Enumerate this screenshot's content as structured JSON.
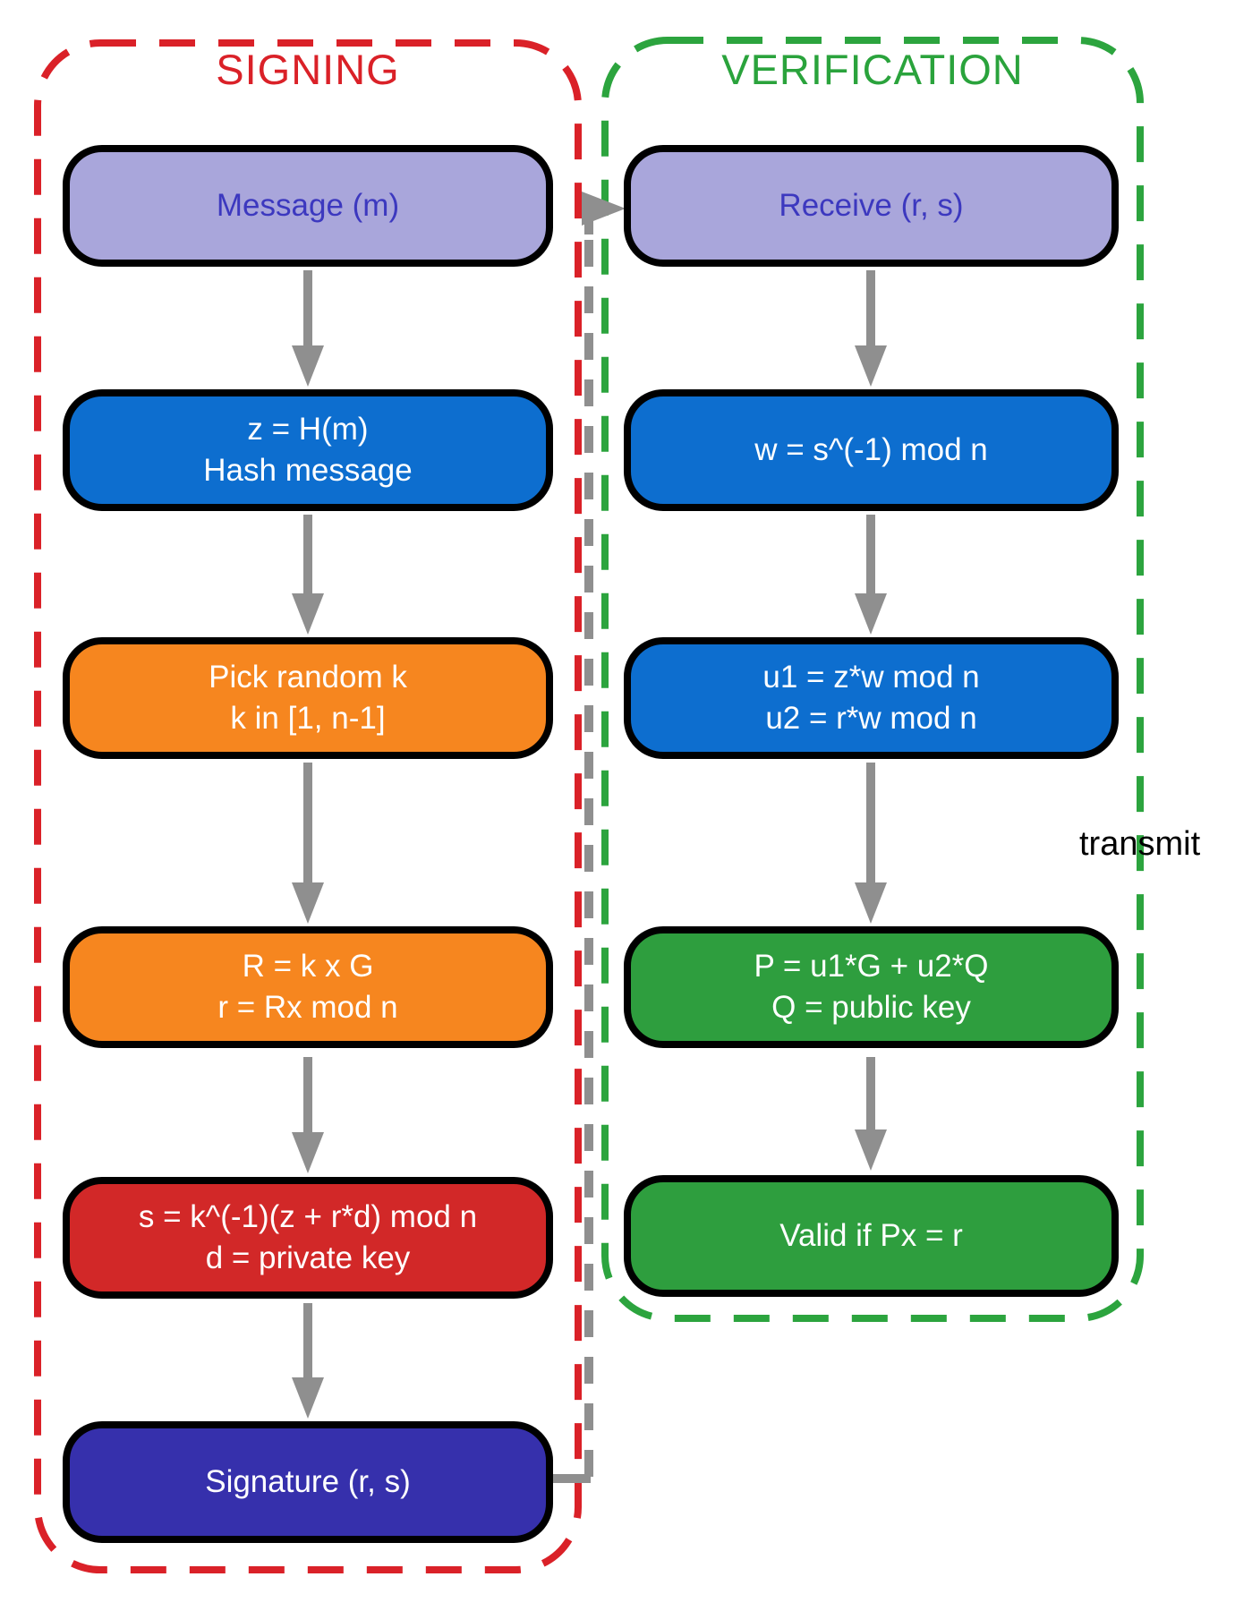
{
  "diagram": {
    "signing": {
      "title": "SIGNING",
      "steps": [
        {
          "color": "lavender",
          "lines": [
            "Message (m)"
          ]
        },
        {
          "color": "blue",
          "lines": [
            "z = H(m)",
            "Hash message"
          ]
        },
        {
          "color": "orange",
          "lines": [
            "Pick random k",
            "k in [1, n-1]"
          ]
        },
        {
          "color": "orange",
          "lines": [
            "R = k x G",
            "r = Rx mod n"
          ]
        },
        {
          "color": "red",
          "lines": [
            "s = k^(-1)(z + r*d) mod n",
            "d = private key"
          ]
        },
        {
          "color": "indigo",
          "lines": [
            "Signature (r, s)"
          ]
        }
      ]
    },
    "verification": {
      "title": "VERIFICATION",
      "steps": [
        {
          "color": "lavender",
          "lines": [
            "Receive (r, s)"
          ]
        },
        {
          "color": "blue",
          "lines": [
            "w = s^(-1) mod n"
          ]
        },
        {
          "color": "blue",
          "lines": [
            "u1 = z*w mod n",
            "u2 = r*w mod n"
          ]
        },
        {
          "color": "green",
          "lines": [
            "P = u1*G + u2*Q",
            "Q = public key"
          ]
        },
        {
          "color": "green",
          "lines": [
            "Valid if Px = r"
          ]
        }
      ]
    },
    "transmit_label": "transmit",
    "colors": {
      "signing_accent": "#da2128",
      "verification_accent": "#2aa33c",
      "box_lavender": "#a9a6db",
      "lavender_text": "#3c38bf",
      "box_blue": "#0d6ecf",
      "box_orange": "#f6861f",
      "box_red": "#d22828",
      "box_indigo": "#3630ac",
      "box_green": "#2e9e3e",
      "arrow_gray": "#8f8f8f",
      "box_border": "#000000"
    }
  }
}
